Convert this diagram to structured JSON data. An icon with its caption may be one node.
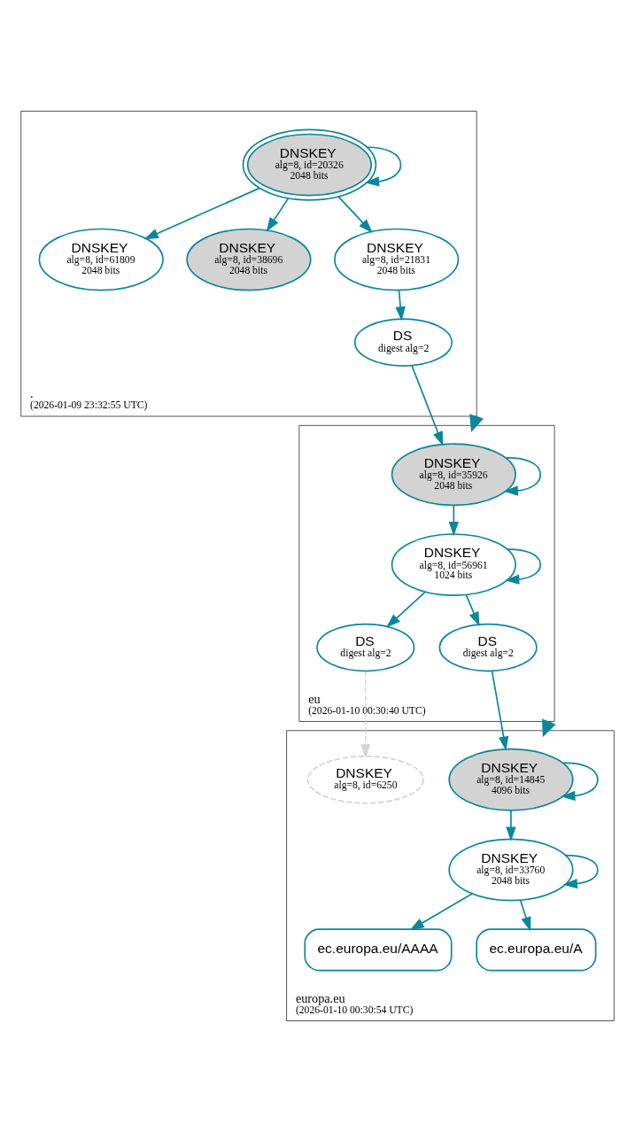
{
  "diagram": {
    "nodes": [
      {
        "text": [
          ".",
          "(2026-01-09 23:32:55 UTC)"
        ]
      },
      {
        "text": [
          "DNSKEY",
          "alg=8, id=20326",
          "2048 bits"
        ],
        "in": 0
      },
      {
        "text": [
          "DNSKEY",
          "alg=8, id=21831",
          "2048 bits"
        ],
        "in": 0
      },
      {
        "text": [
          "DNSKEY",
          "alg=8, id=61809",
          "2048 bits"
        ],
        "in": 0
      },
      {
        "text": [
          "DNSKEY",
          "alg=8, id=38696",
          "2048 bits"
        ],
        "in": 0
      },
      {
        "text": [
          "DS",
          "digest alg=2"
        ],
        "in": 0
      },
      {
        "text": [
          "eu",
          "(2026-01-10 00:30:40 UTC)"
        ]
      },
      {
        "text": [
          "DNSKEY",
          "alg=8, id=35926",
          "2048 bits"
        ],
        "in": 6
      },
      {
        "text": [
          "DNSKEY",
          "alg=8, id=56961",
          "1024 bits"
        ],
        "in": 6
      },
      {
        "text": [
          "DS",
          "digest alg=2"
        ],
        "in": 6
      },
      {
        "text": [
          "DS",
          "digest alg=2"
        ],
        "in": 6
      },
      {
        "text": [
          "europa.eu",
          "(2026-01-10 00:30:54 UTC)"
        ]
      },
      {
        "text": [
          "DNSKEY",
          "alg=8, id=14845",
          "4096 bits"
        ],
        "in": 11
      },
      {
        "text": [
          "DNSKEY",
          "alg=8, id=6250"
        ],
        "in": 11
      },
      {
        "text": [
          "DNSKEY",
          "alg=8, id=33760",
          "2048 bits"
        ],
        "in": 11
      },
      {
        "text": [
          "ec.europa.eu/AAAA"
        ],
        "in": 11
      },
      {
        "text": [
          "ec.europa.eu/A"
        ],
        "in": 11
      }
    ],
    "edges": [
      {
        "from": 1,
        "to": 1,
        "arrow": "to"
      },
      {
        "from": 1,
        "to": 2,
        "arrow": "to"
      },
      {
        "from": 1,
        "to": 3,
        "arrow": "to"
      },
      {
        "from": 1,
        "to": 4,
        "arrow": "to"
      },
      {
        "from": 2,
        "to": 5,
        "arrow": "to"
      },
      {
        "from": 0,
        "to": 6,
        "arrow": "to",
        "style": "thick"
      },
      {
        "from": 5,
        "to": 7,
        "arrow": "to"
      },
      {
        "from": 7,
        "to": 7,
        "arrow": "to"
      },
      {
        "from": 7,
        "to": 8,
        "arrow": "to"
      },
      {
        "from": 8,
        "to": 8,
        "arrow": "to"
      },
      {
        "from": 8,
        "to": 9,
        "arrow": "to"
      },
      {
        "from": 8,
        "to": 10,
        "arrow": "to"
      },
      {
        "from": 6,
        "to": 11,
        "arrow": "to",
        "style": "thick"
      },
      {
        "from": 9,
        "to": 12,
        "arrow": "to"
      },
      {
        "from": 10,
        "to": 13,
        "arrow": "to",
        "style": "dashed",
        "color": "#d3d3d3"
      },
      {
        "from": 12,
        "to": 12,
        "arrow": "to"
      },
      {
        "from": 12,
        "to": 14,
        "arrow": "to"
      },
      {
        "from": 14,
        "to": 14,
        "arrow": "to"
      },
      {
        "from": 14,
        "to": 15,
        "arrow": "to"
      },
      {
        "from": 14,
        "to": 16,
        "arrow": "to"
      }
    ]
  }
}
